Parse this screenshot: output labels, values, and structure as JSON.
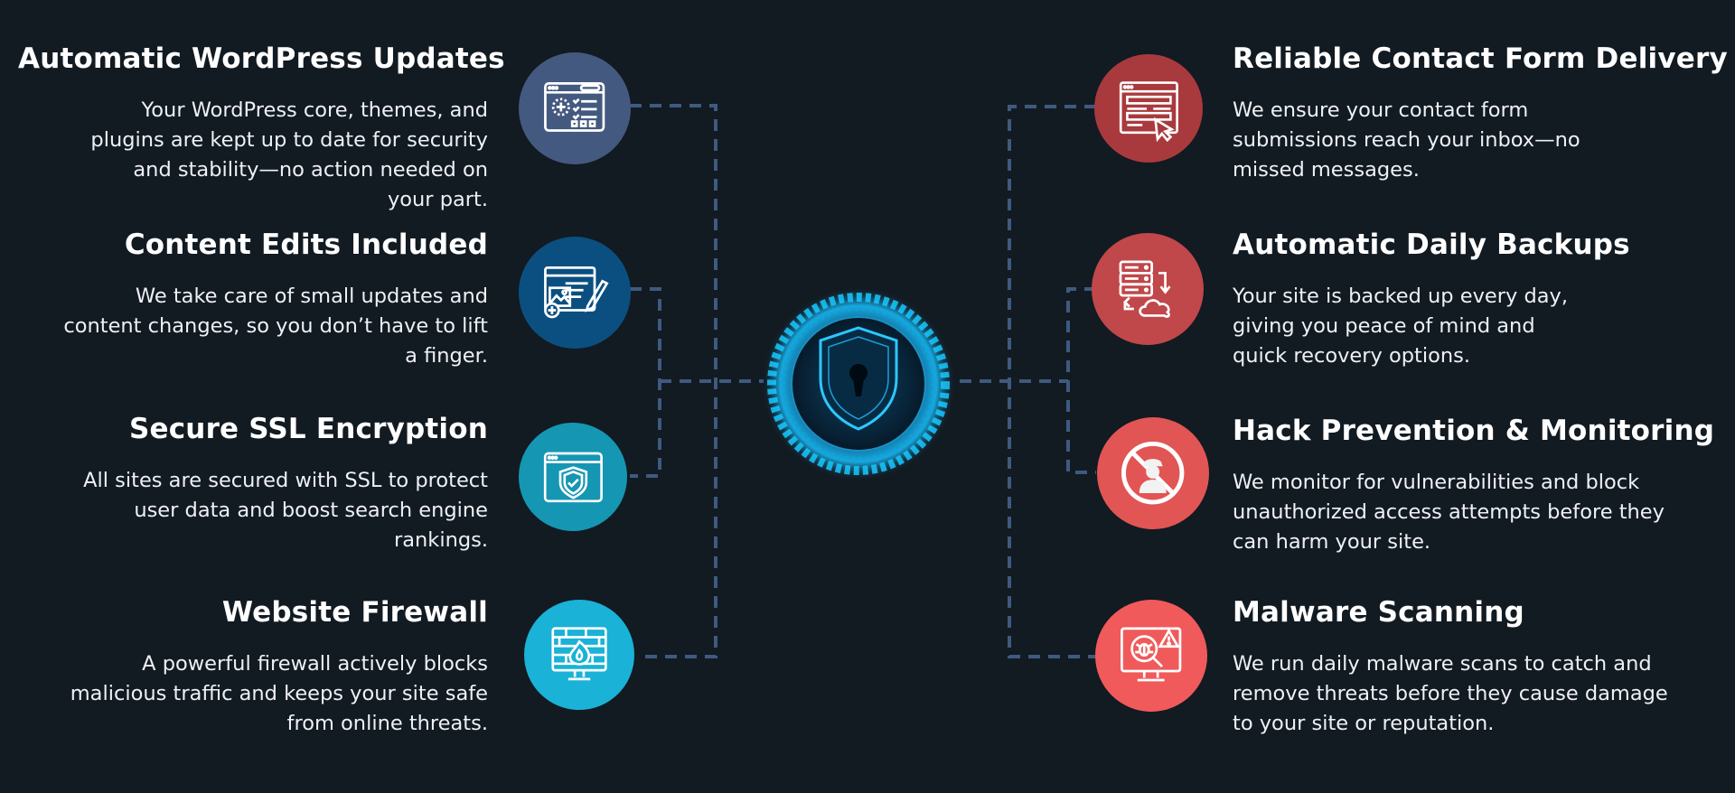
{
  "colors": {
    "background": "#121a22",
    "connector": "#3f5a80",
    "left_icons": [
      "#44597f",
      "#0b4f80",
      "#1596b3",
      "#1ab2d6"
    ],
    "right_icons": [
      "#a83a3d",
      "#c0474a",
      "#e25555",
      "#f05a5a"
    ],
    "center_glow": "#17c8ff"
  },
  "center": {
    "icon": "shield-keyhole-icon"
  },
  "left_features": [
    {
      "title": "Automatic WordPress Updates",
      "description": "Your WordPress core, themes, and plugins are kept up to date for security and stability—no action needed on your part.",
      "icon": "browser-settings-checklist-icon"
    },
    {
      "title": "Content Edits Included",
      "description": "We take care of small updates and content changes, so you don’t have to lift a finger.",
      "icon": "browser-image-edit-icon"
    },
    {
      "title": "Secure SSL Encryption",
      "description": "All sites are secured with SSL to protect user data and boost search engine rankings.",
      "icon": "browser-shield-check-icon"
    },
    {
      "title": "Website Firewall",
      "description": "A powerful firewall actively blocks malicious traffic and keeps your site safe from online threats.",
      "icon": "firewall-monitor-icon"
    }
  ],
  "right_features": [
    {
      "title": "Reliable Contact Form Delivery",
      "description": "We ensure your contact form submissions reach your inbox—no missed messages.",
      "icon": "browser-form-cursor-icon"
    },
    {
      "title": "Automatic Daily Backups",
      "description": "Your site is backed up every day, giving you peace of mind and quick recovery options.",
      "icon": "server-cloud-backup-icon"
    },
    {
      "title": "Hack Prevention & Monitoring",
      "description": "We monitor for vulnerabilities and block unauthorized access attempts before they can harm your site.",
      "icon": "no-hacker-icon"
    },
    {
      "title": "Malware Scanning",
      "description": "We run daily malware scans to catch and remove threats before they cause damage to your site or reputation.",
      "icon": "monitor-malware-scan-icon"
    }
  ]
}
